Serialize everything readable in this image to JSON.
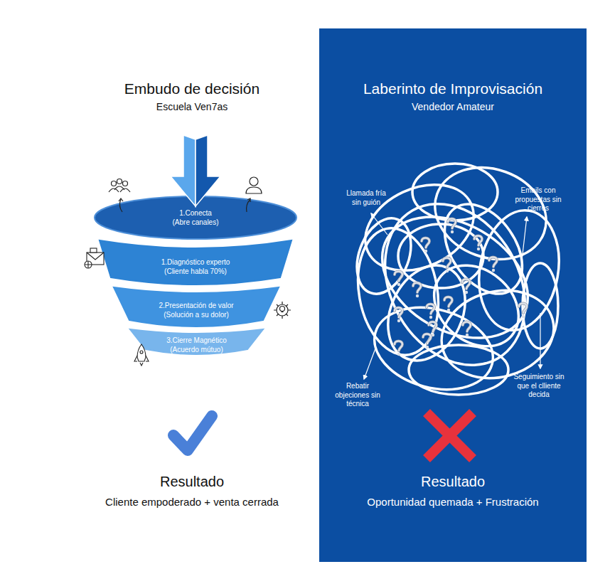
{
  "diagram": {
    "nodes": [
      {
        "text": [
          "1.Conecta",
          "(Abre canales)"
        ]
      },
      {
        "text": [
          "1.Diagnóstico experto",
          "(Cliente habla 70%)"
        ]
      },
      {
        "text": [
          "2.Presentación de valor",
          "(Solución a su dolor)"
        ]
      },
      {
        "text": [
          "3.Cierre Magnético",
          "(Acuerdo mútuo)"
        ]
      },
      {
        "text": [
          "Laberinto de Improvisación",
          "Vendedor Amateur",
          "Llamada fría sin guión",
          "Emails con propuestas sin cierres",
          "Rebatir objeciones sin técnica",
          "Seguimiento sin que el clliente decida",
          "Resultado",
          "Oportunidad quemada + Frustración"
        ]
      }
    ],
    "labels": [
      "Embudo de decisión",
      "Escuela Ven7as",
      "Resultado",
      "Cliente empoderado + venta cerrada"
    ]
  }
}
